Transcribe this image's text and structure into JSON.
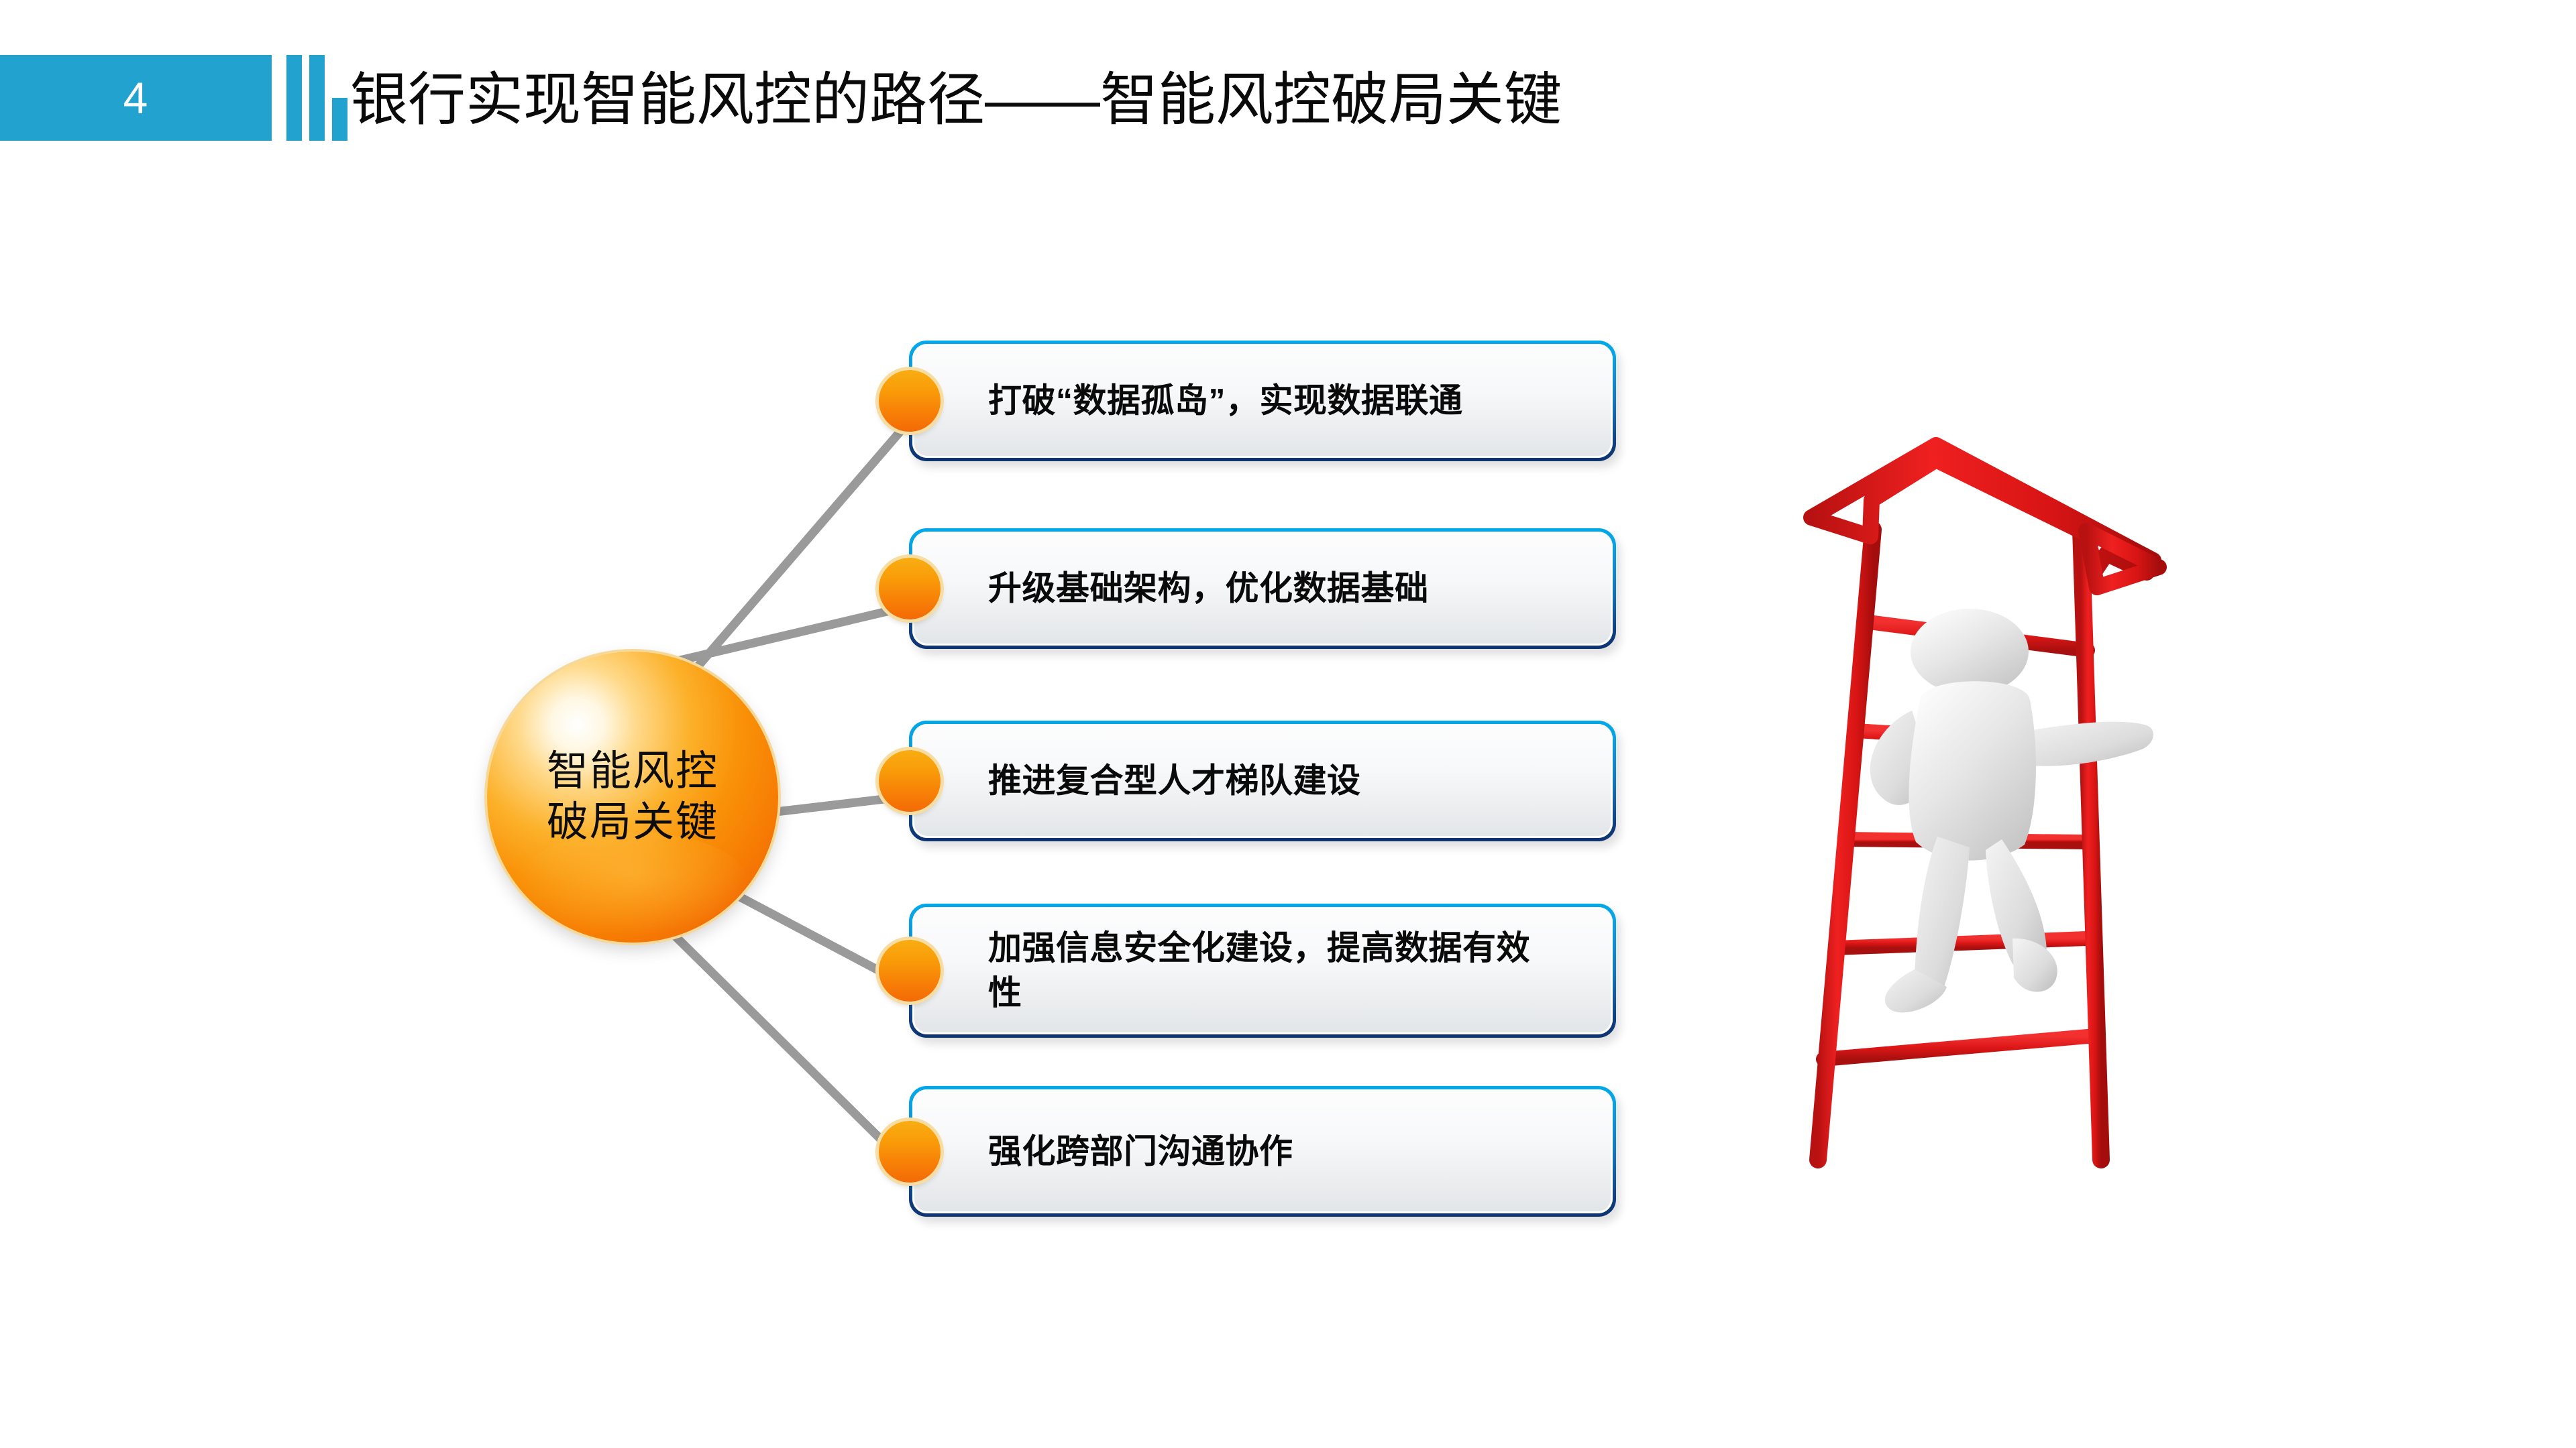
{
  "colors": {
    "brand_blue": "#22a2ce",
    "panel_border_top": "#00a9ea",
    "panel_border_bottom": "#103e80",
    "bullet_orange_top": "#f9ad12",
    "bullet_orange_bottom": "#f36a06",
    "hub_orange": "#f7900a",
    "connector_gray": "#9a9a9a",
    "ladder_red": "#e01b1b",
    "figure_gray": "#dcdcdc"
  },
  "header": {
    "slide_number": "4",
    "title": "银行实现智能风控的路径——智能风控破局关键"
  },
  "diagram": {
    "hub": {
      "line1": "智能风控",
      "line2": "破局关键"
    },
    "items": [
      {
        "text": "打破“数据孤岛”，实现数据联通"
      },
      {
        "text": "升级基础架构，优化数据基础"
      },
      {
        "text": "推进复合型人才梯队建设"
      },
      {
        "text": "加强信息安全化建设，提高数据有效性"
      },
      {
        "text": "强化跨部门沟通协作"
      }
    ]
  },
  "illustration": {
    "name": "person-climbing-ladder-with-up-arrow",
    "ladder_color": "#e01b1b",
    "figure_color": "#d9d9d9",
    "rung_count": 5
  }
}
